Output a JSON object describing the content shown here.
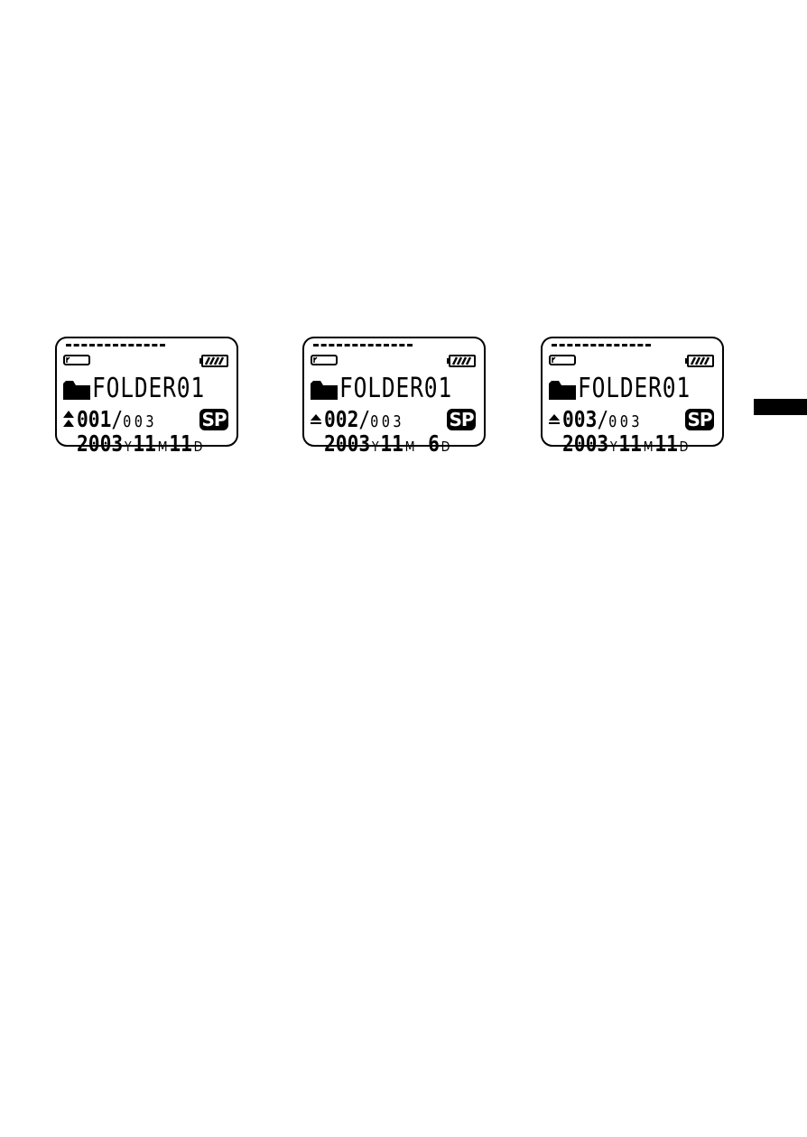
{
  "displays": [
    {
      "folder": "FOLDER01",
      "track_current": "001",
      "track_total": "003",
      "mode": "SP",
      "year": "2003",
      "year_unit": "Y",
      "month": "11",
      "month_unit": "M",
      "day": "11",
      "day_unit": "D",
      "mark_icon": "double-up-triangle-icon"
    },
    {
      "folder": "FOLDER01",
      "track_current": "002",
      "track_total": "003",
      "mode": "SP",
      "year": "2003",
      "year_unit": "Y",
      "month": "11",
      "month_unit": "M",
      "day": " 6",
      "day_unit": "D",
      "mark_icon": "up-triangle-icon"
    },
    {
      "folder": "FOLDER01",
      "track_current": "003",
      "track_total": "003",
      "mode": "SP",
      "year": "2003",
      "year_unit": "Y",
      "month": "11",
      "month_unit": "M",
      "day": "11",
      "day_unit": "D",
      "mark_icon": "up-triangle-icon"
    }
  ],
  "separator": "/"
}
